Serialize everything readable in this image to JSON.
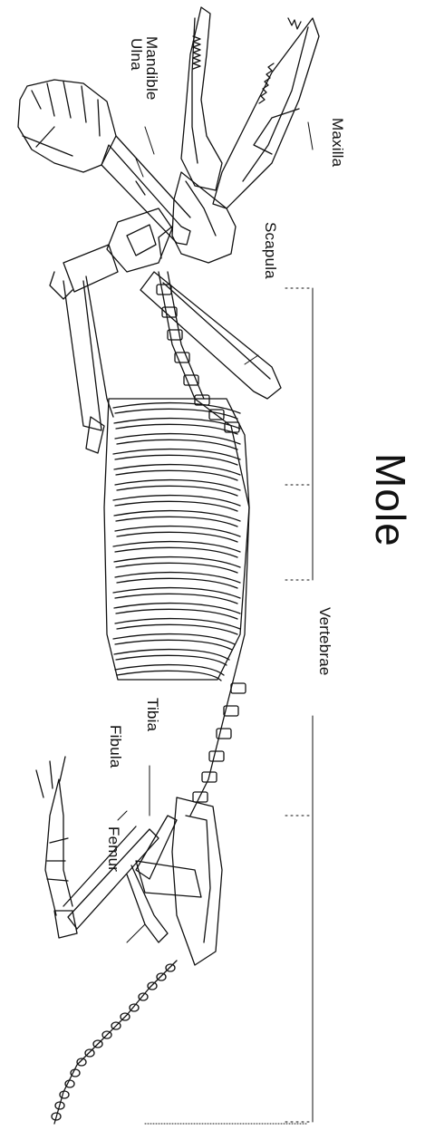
{
  "diagram": {
    "title": "Mole",
    "labels": {
      "mandible": "Mandible",
      "ulna": "Ulna",
      "maxilla": "Maxilla",
      "scapula": "Scapula",
      "vertebrae": "Vertebrae",
      "tibia": "Tibia",
      "fibula": "Fibula",
      "femur": "Femur"
    },
    "line_color": "#111111",
    "background": "#ffffff"
  }
}
